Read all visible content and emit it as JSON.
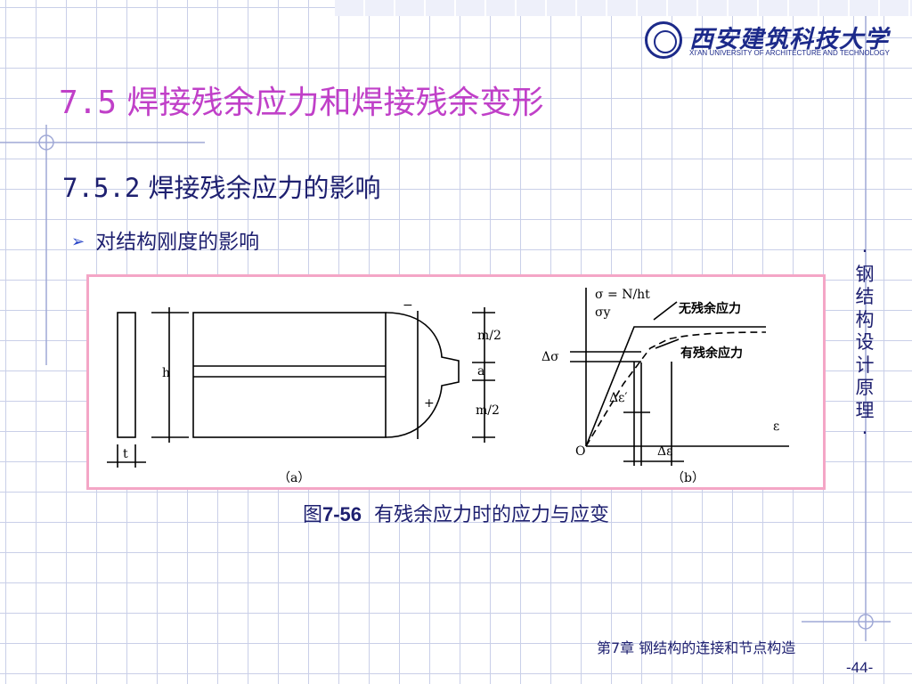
{
  "logo": {
    "cn": "西安建筑科技大学",
    "en": "XI'AN UNIVERSITY OF ARCHITECTURE AND TECHNOLOGY"
  },
  "title": {
    "number": "7.5",
    "text": "焊接残余应力和焊接残余变形"
  },
  "subtitle": {
    "number": "7.5.2",
    "text": "焊接残余应力的影响"
  },
  "bullet": {
    "text": "对结构刚度的影响"
  },
  "figure": {
    "a": {
      "label": "（a）",
      "dim_h": "h",
      "dim_t": "t",
      "dim_m2_top": "m/2",
      "dim_a": "a",
      "dim_m2_bottom": "m/2",
      "sign_minus": "−",
      "sign_plus": "+"
    },
    "b": {
      "label": "（b）",
      "y_axis_label": "σ = N/ht",
      "sigma_y": "σy",
      "no_residual": "无残余应力",
      "with_residual": "有残余应力",
      "delta_sigma": "Δσ",
      "delta_eps_prime": "Δε′",
      "delta_eps": "Δε",
      "eps_axis": "ε",
      "origin": "O"
    }
  },
  "caption": {
    "prefix": "图",
    "number": "7-56",
    "text": "有残余应力时的应力与应变"
  },
  "vertical_label": "·钢结构设计原理·",
  "footer": {
    "chapter": "第7章 钢结构的连接和节点构造",
    "page": "-44-"
  }
}
